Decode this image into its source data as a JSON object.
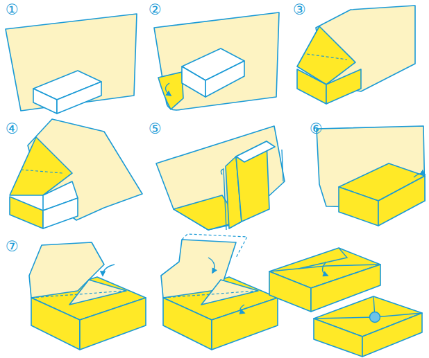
{
  "diagram": {
    "labels": [
      "①",
      "②",
      "③",
      "④",
      "⑤",
      "⑥",
      "⑦"
    ]
  }
}
